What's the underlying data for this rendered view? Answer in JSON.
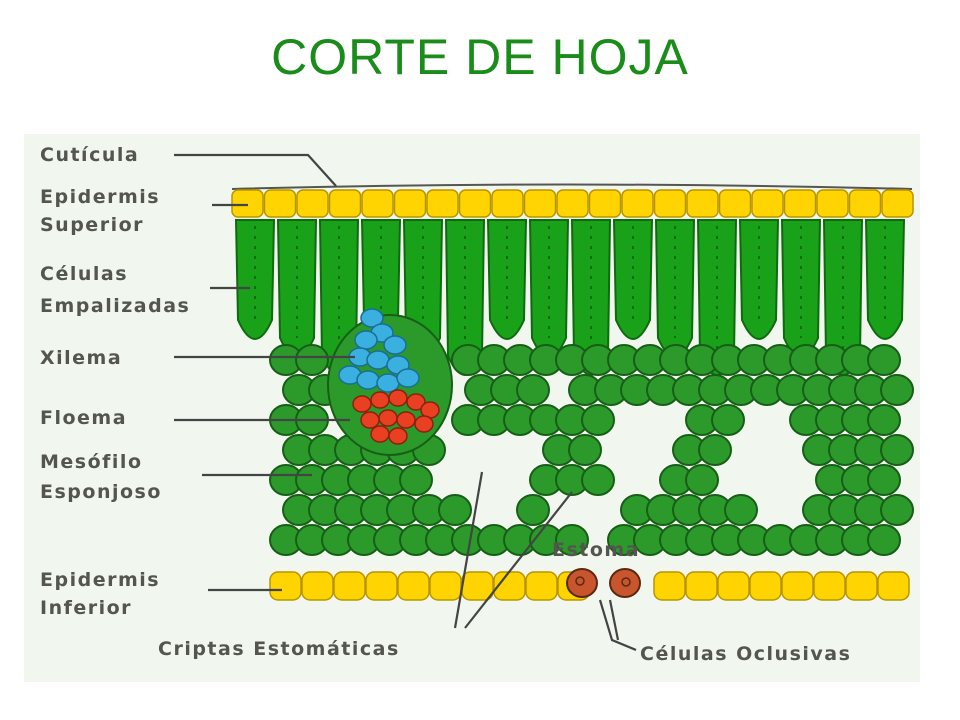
{
  "title": "CORTE  DE  HOJA",
  "colors": {
    "title": "#1a8c1a",
    "epidermis": "#ffd400",
    "palisade": "#1aa11a",
    "mesophyll": "#2b9a2b",
    "xylem": "#3ab0e0",
    "phloem": "#e84020",
    "guard_cells": "#c8552e",
    "label": "#55554f"
  },
  "labels": {
    "cuticula": "Cutícula",
    "epidermis_superior_1": "Epidermis",
    "epidermis_superior_2": "Superior",
    "celulas_empalizadas_1": "Células",
    "celulas_empalizadas_2": "Empalizadas",
    "xilema": "Xilema",
    "floema": "Floema",
    "mesofilo_1": "Mesófilo",
    "mesofilo_2": "Esponjoso",
    "epidermis_inferior_1": "Epidermis",
    "epidermis_inferior_2": "Inferior",
    "criptas": "Criptas Estomáticas",
    "estoma": "Estoma",
    "celulas_oclusivas": "Células Oclusivas"
  }
}
